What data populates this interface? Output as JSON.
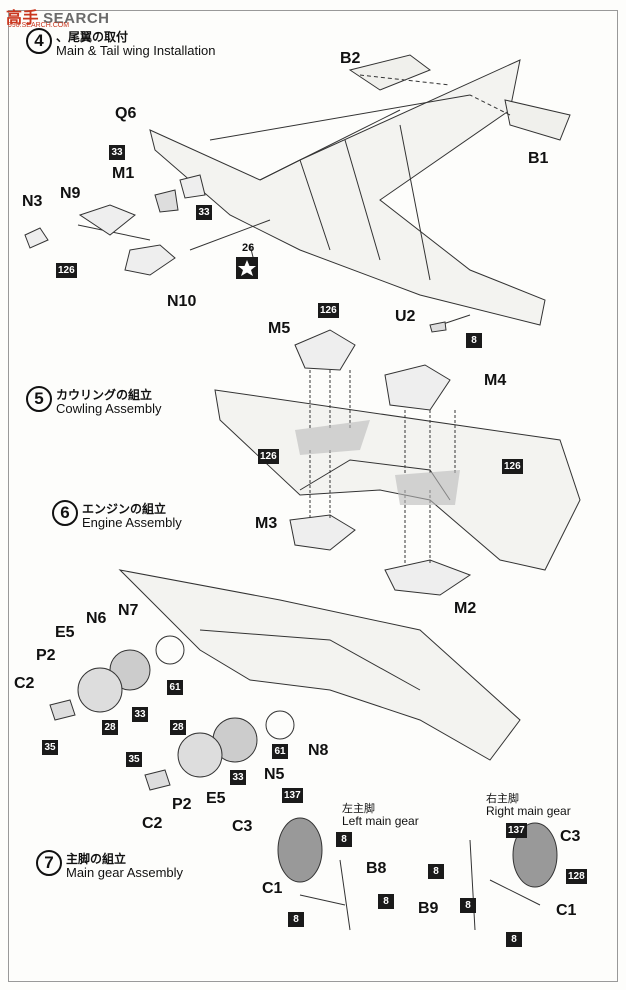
{
  "watermark": {
    "brand": "高手",
    "search": "SEARCH",
    "site": "990.SEARCH.COM"
  },
  "steps": [
    {
      "number": "4",
      "jp": "、尾翼の取付",
      "en": "Main & Tail wing Installation"
    },
    {
      "number": "5",
      "jp": "カウリングの組立",
      "en": "Cowling Assembly"
    },
    {
      "number": "6",
      "jp": "エンジンの組立",
      "en": "Engine Assembly"
    },
    {
      "number": "7",
      "jp": "主脚の組立",
      "en": "Main gear Assembly"
    }
  ],
  "parts": {
    "B2": "B2",
    "B1": "B1",
    "Q6": "Q6",
    "M1": "M1",
    "N3": "N3",
    "N9": "N9",
    "N10": "N10",
    "U2": "U2",
    "M5": "M5",
    "M4": "M4",
    "M3": "M3",
    "M2": "M2",
    "N7": "N7",
    "N6": "N6",
    "E5a": "E5",
    "P2a": "P2",
    "C2a": "C2",
    "N8": "N8",
    "N5": "N5",
    "E5b": "E5",
    "P2b": "P2",
    "C2b": "C2",
    "C3a": "C3",
    "B8": "B8",
    "C1a": "C1",
    "C3b": "C3",
    "B9": "B9",
    "C1b": "C1"
  },
  "colors": {
    "c33a": "33",
    "c33b": "33",
    "c126a": "126",
    "c8a": "8",
    "c126b": "126",
    "c126c": "126",
    "c126d": "126",
    "c61a": "61",
    "c28a": "28",
    "c33c": "33",
    "c35a": "35",
    "c28b": "28",
    "c33d": "33",
    "c61b": "61",
    "c35b": "35",
    "c137a": "137",
    "c8b": "8",
    "c8c": "8",
    "c8d": "8",
    "c8e": "8",
    "c137b": "137",
    "c128": "128",
    "c8f": "8",
    "c8g": "8"
  },
  "decal": {
    "number": "26"
  },
  "gear": {
    "left_jp": "左主脚",
    "left_en": "Left main gear",
    "right_jp": "右主脚",
    "right_en": "Right main gear"
  }
}
